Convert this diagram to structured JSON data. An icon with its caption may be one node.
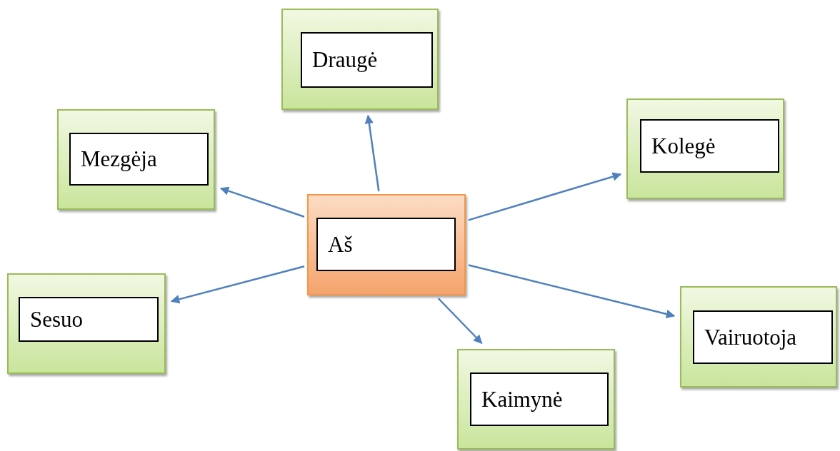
{
  "diagram": {
    "nodes": [
      {
        "text": [
          "Draugė"
        ]
      },
      {
        "text": [
          "Mezgėja"
        ]
      },
      {
        "text": [
          "Kolegė"
        ]
      },
      {
        "text": [
          "Aš"
        ]
      },
      {
        "text": [
          "Sesuo"
        ]
      },
      {
        "text": [
          "Vairuotoja"
        ]
      },
      {
        "text": [
          "Kaimynė"
        ]
      }
    ],
    "edges": [
      {
        "from": 3,
        "to": 0,
        "arrow": "to"
      },
      {
        "from": 3,
        "to": 1,
        "arrow": "to"
      },
      {
        "from": 3,
        "to": 2,
        "arrow": "to"
      },
      {
        "from": 3,
        "to": 4,
        "arrow": "to"
      },
      {
        "from": 3,
        "to": 5,
        "arrow": "to"
      },
      {
        "from": 3,
        "to": 6,
        "arrow": "to"
      }
    ]
  }
}
